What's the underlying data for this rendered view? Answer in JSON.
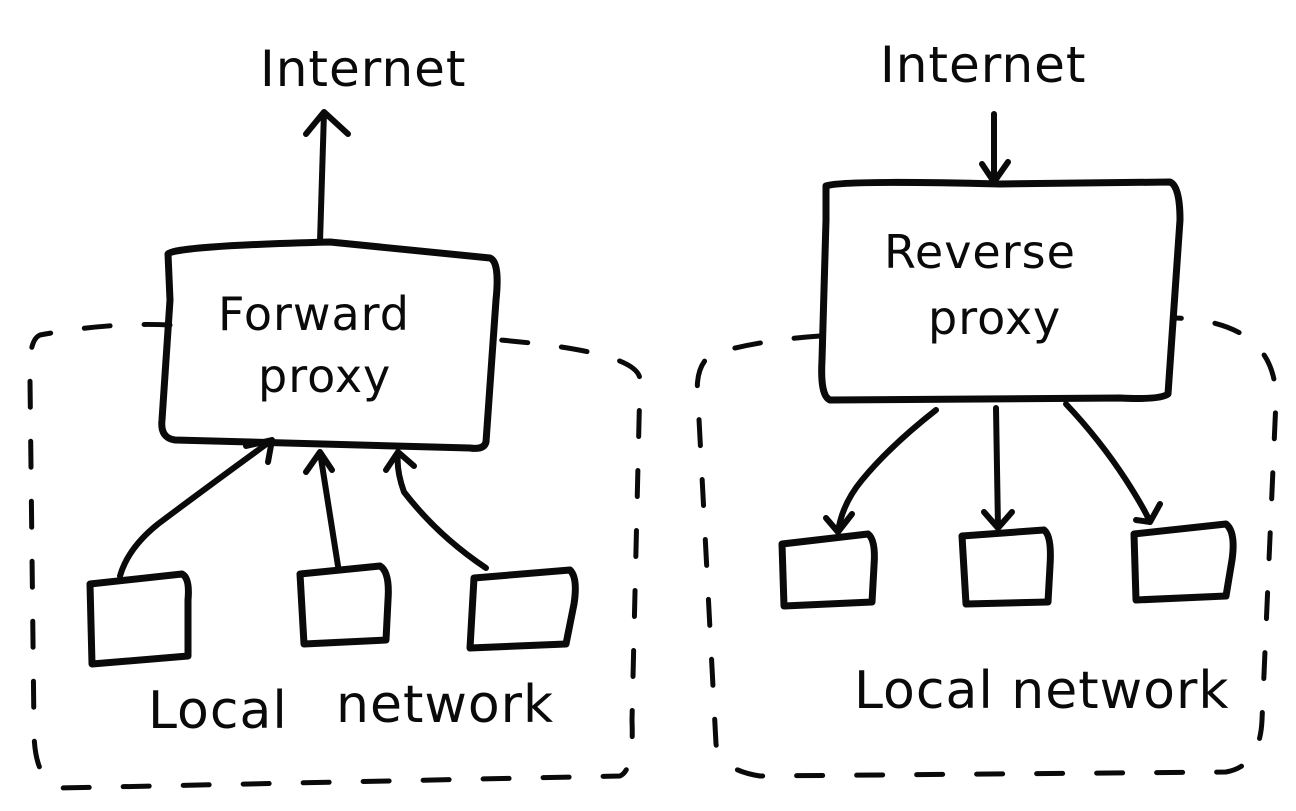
{
  "forward": {
    "internet_label": "Internet",
    "proxy_line1": "Forward",
    "proxy_line2": "proxy",
    "local_word1": "Local",
    "local_word2": "network"
  },
  "reverse": {
    "internet_label": "Internet",
    "proxy_line1": "Reverse",
    "proxy_line2": "proxy",
    "local_label": "Local network"
  },
  "colors": {
    "ink": "#0a0a0a",
    "background": "#ffffff"
  }
}
